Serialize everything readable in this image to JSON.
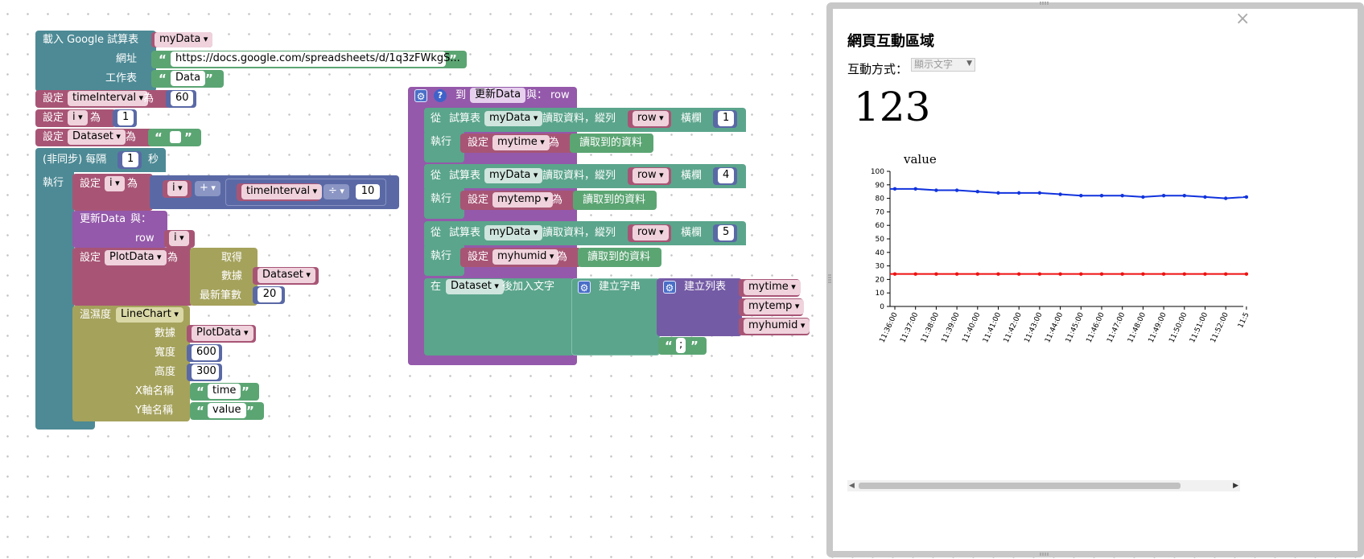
{
  "load_sheet": {
    "title": "載入 Google 試算表",
    "var": "myData",
    "url_label": "網址",
    "url": "https://docs.google.com/spreadsheets/d/1q3zFWkgS...",
    "sheet_label": "工作表",
    "sheet": "Data"
  },
  "set_interval": {
    "set": "設定",
    "var": "timeInterval",
    "to": "為",
    "value": "60"
  },
  "set_i": {
    "set": "設定",
    "var": "i",
    "to": "為",
    "value": "1"
  },
  "set_dataset": {
    "set": "設定",
    "var": "Dataset",
    "to": "為"
  },
  "async": {
    "label": "(非同步) 每隔",
    "value": "1",
    "unit": "秒",
    "do": "執行",
    "set_i2": {
      "set": "設定",
      "var": "i",
      "to": "為",
      "lhs": "i",
      "op1": "+",
      "rhs": "timeInterval",
      "op2": "÷",
      "divisor": "10"
    },
    "call": {
      "name": "更新Data",
      "with": "與：",
      "param": "row",
      "arg": "i"
    },
    "set_plot": {
      "set": "設定",
      "var": "PlotData",
      "to": "為",
      "get": "取得",
      "data_label": "數據",
      "data": "Dataset",
      "latest_label": "最新筆數",
      "latest": "20"
    },
    "chart": {
      "title": "溫濕度",
      "type": "LineChart",
      "data_label": "數據",
      "data": "PlotData",
      "width_label": "寬度",
      "width": "600",
      "height_label": "高度",
      "height": "300",
      "xname_label": "X軸名稱",
      "xname": "time",
      "yname_label": "Y軸名稱",
      "yname": "value"
    }
  },
  "func": {
    "to": "到",
    "name": "更新Data",
    "with": "與：",
    "param": "row",
    "reads": [
      {
        "from": "從",
        "sheet_label": "試算表",
        "sheet": "myData",
        "read": "讀取資料，縱列",
        "col": "row",
        "row_label": "橫欄",
        "row": "1",
        "do": "執行",
        "set": "設定",
        "var": "mytime",
        "to": "為",
        "value": "讀取到的資料"
      },
      {
        "from": "從",
        "sheet_label": "試算表",
        "sheet": "myData",
        "read": "讀取資料，縱列",
        "col": "row",
        "row_label": "橫欄",
        "row": "4",
        "do": "執行",
        "set": "設定",
        "var": "mytemp",
        "to": "為",
        "value": "讀取到的資料"
      },
      {
        "from": "從",
        "sheet_label": "試算表",
        "sheet": "myData",
        "read": "讀取資料，縱列",
        "col": "row",
        "row_label": "橫欄",
        "row": "5",
        "do": "執行",
        "set": "設定",
        "var": "myhumid",
        "to": "為",
        "value": "讀取到的資料"
      }
    ],
    "append": {
      "in": "在",
      "var": "Dataset",
      "append": "後加入文字",
      "build_str": "建立字串",
      "build_list": "建立列表",
      "items": [
        "mytime",
        "mytemp",
        "myhumid"
      ],
      "sep": ";"
    }
  },
  "panel": {
    "title": "網頁互動區域",
    "mode_label": "互動方式：",
    "mode": "顯示文字",
    "display": "123",
    "close": "×"
  },
  "chart_data": {
    "type": "line",
    "title": "",
    "ylabel": "value",
    "ylim": [
      0,
      100
    ],
    "yticks": [
      0,
      10,
      20,
      30,
      40,
      50,
      60,
      70,
      80,
      90,
      100
    ],
    "x": [
      "11:36:00",
      "11:37:00",
      "11:38:00",
      "11:39:00",
      "11:40:00",
      "11:41:00",
      "11:42:00",
      "11:43:00",
      "11:44:00",
      "11:45:00",
      "11:46:00",
      "11:47:00",
      "11:48:00",
      "11:49:00",
      "11:50:00",
      "11:51:00",
      "11:52:00",
      "11:5"
    ],
    "series": [
      {
        "color": "#1133dd",
        "values": [
          87,
          87,
          86,
          86,
          85,
          84,
          84,
          84,
          83,
          82,
          82,
          82,
          81,
          82,
          82,
          81,
          80,
          81
        ]
      },
      {
        "color": "#ee1111",
        "values": [
          24,
          24,
          24,
          24,
          24,
          24,
          24,
          24,
          24,
          24,
          24,
          24,
          24,
          24,
          24,
          24,
          24,
          24
        ]
      }
    ]
  }
}
